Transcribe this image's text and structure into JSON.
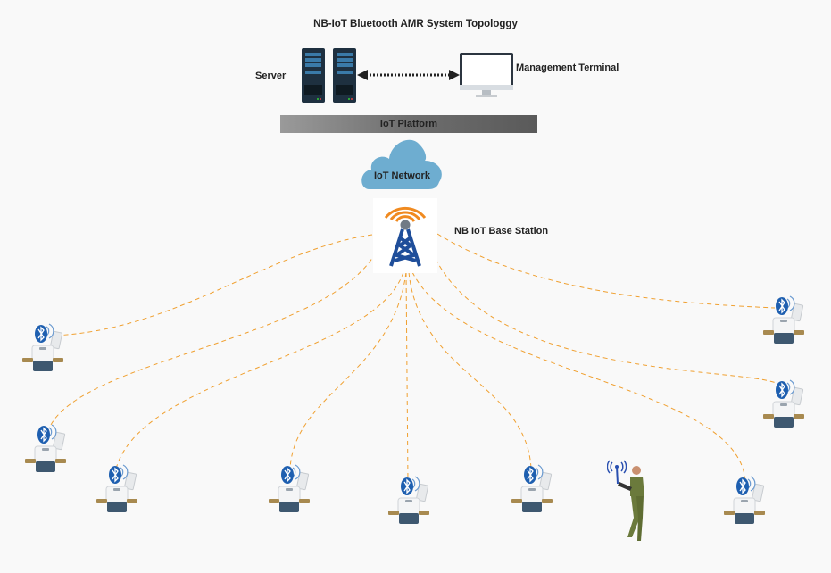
{
  "title": "NB-IoT Bluetooth AMR System Topologgy",
  "server": {
    "label": "Server",
    "icon": "server-rack-icon"
  },
  "terminal": {
    "label": "Management Terminal",
    "icon": "monitor-icon"
  },
  "link_server_terminal": {
    "style": "dotted",
    "direction": "bidirectional"
  },
  "platform": {
    "label": "IoT Platform"
  },
  "network": {
    "label": "IoT Network",
    "icon": "cloud-icon"
  },
  "base_station": {
    "label": "NB IoT Base Station",
    "icon": "cell-tower-icon"
  },
  "colors": {
    "link": "#f0a030",
    "cloud": "#6eadd0",
    "tower": "#1f4e9a",
    "waves": "#f08a20",
    "bluetooth": "#1e5fb0"
  },
  "nodes": [
    {
      "type": "bluetooth-water-meter"
    },
    {
      "type": "bluetooth-water-meter"
    },
    {
      "type": "bluetooth-water-meter"
    },
    {
      "type": "bluetooth-water-meter"
    },
    {
      "type": "bluetooth-water-meter"
    },
    {
      "type": "bluetooth-water-meter"
    },
    {
      "type": "handheld-reader-person"
    },
    {
      "type": "bluetooth-water-meter"
    },
    {
      "type": "bluetooth-water-meter"
    },
    {
      "type": "bluetooth-water-meter"
    }
  ]
}
